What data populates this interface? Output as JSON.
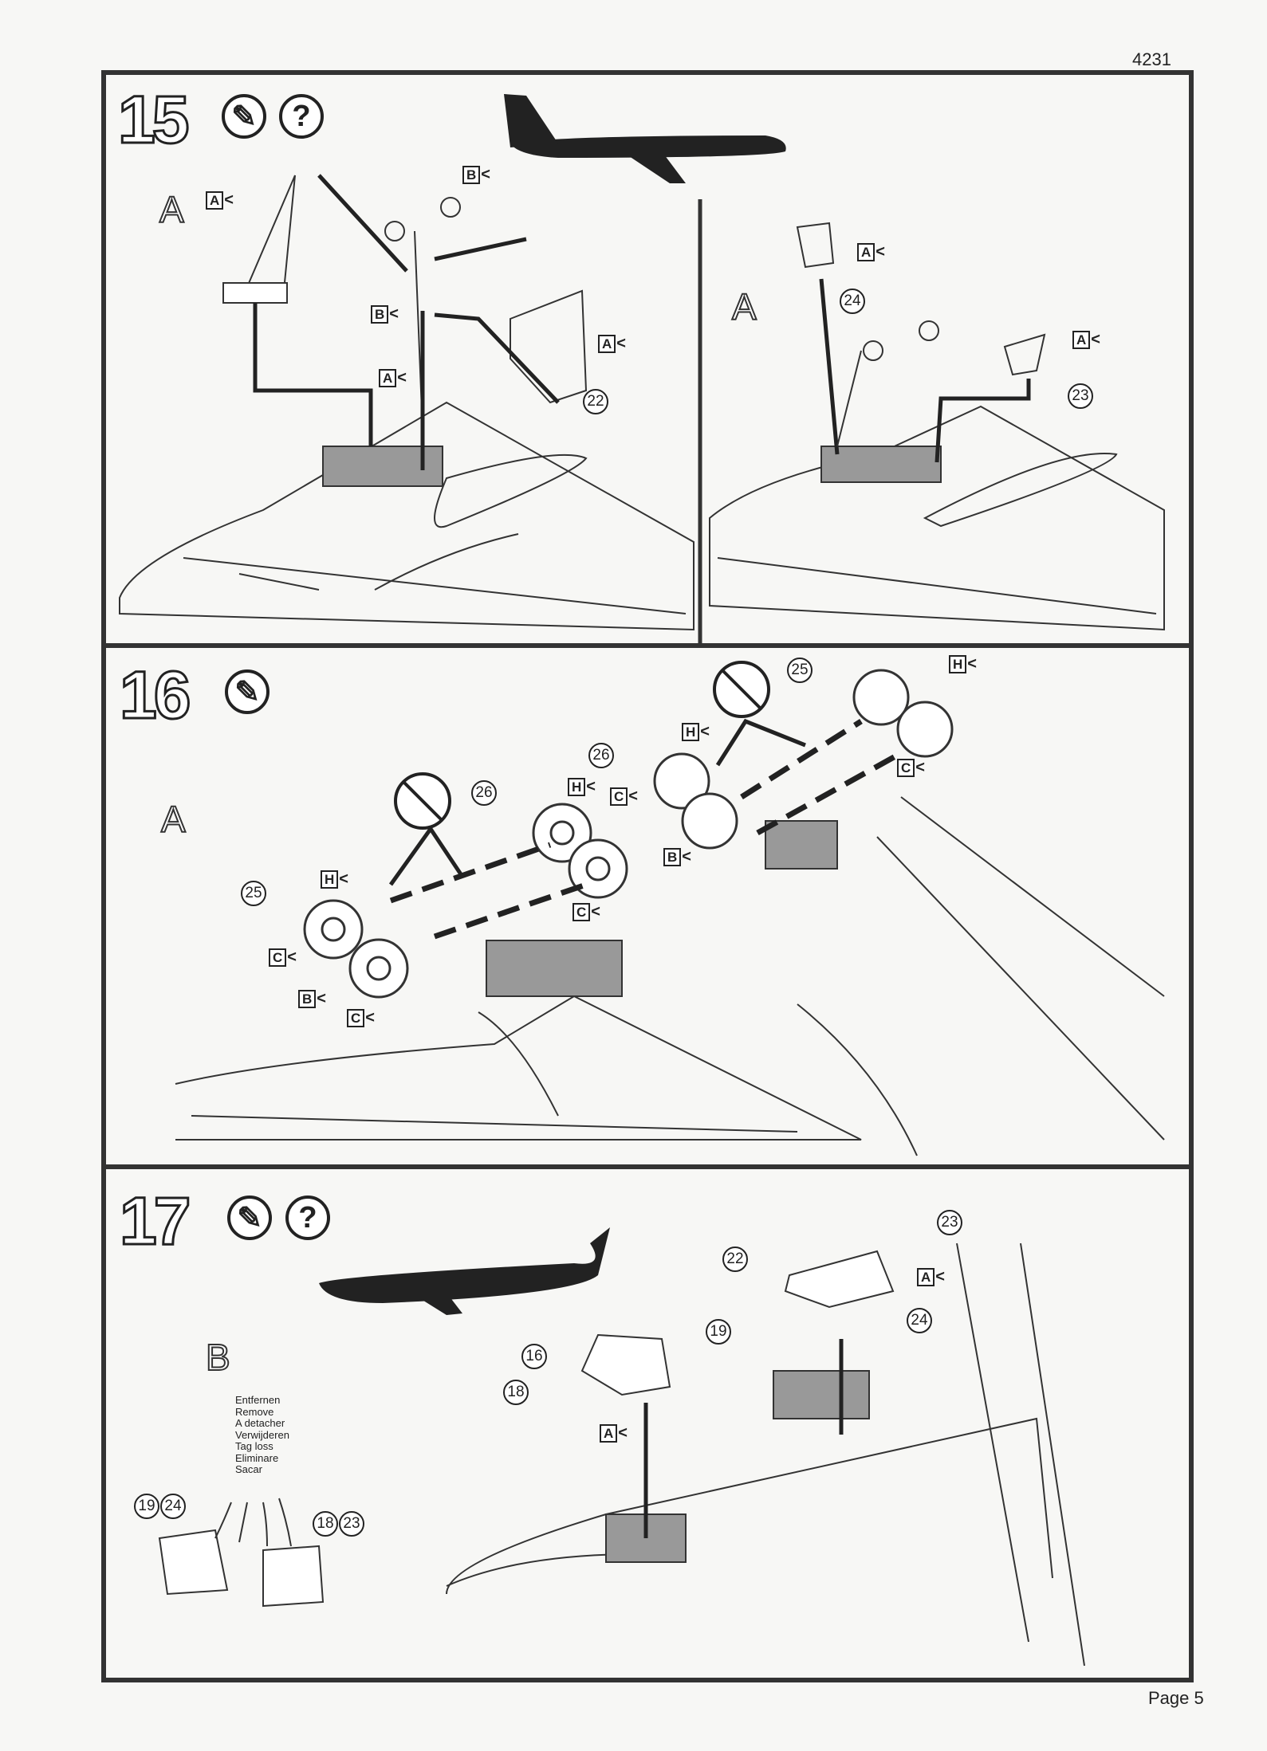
{
  "header": {
    "kit_number": "4231"
  },
  "footer": {
    "page_label": "Page 5"
  },
  "steps": [
    {
      "number": "15",
      "icons": [
        "glue-icon",
        "question-icon"
      ],
      "question": "?",
      "panels": [
        "A",
        "A"
      ],
      "callouts": [
        "B",
        "B",
        "A",
        "A",
        "A",
        "22",
        "A",
        "24",
        "A",
        "23"
      ]
    },
    {
      "number": "16",
      "icons": [
        "glue-icon",
        "no-glue-icon"
      ],
      "panels": [
        "A"
      ],
      "callouts": [
        "25",
        "H",
        "C",
        "26",
        "H",
        "C",
        "B",
        "26",
        "H",
        "C",
        "25",
        "H",
        "C",
        "B",
        "C"
      ]
    },
    {
      "number": "17",
      "icons": [
        "glue-icon",
        "question-icon"
      ],
      "question": "?",
      "panels": [
        "B"
      ],
      "callouts": [
        "23",
        "22",
        "A",
        "24",
        "19",
        "16",
        "18",
        "A",
        "19",
        "24",
        "18",
        "23"
      ],
      "remove_labels": [
        "Entfernen",
        "Remove",
        "A detacher",
        "Verwijderen",
        "Tag loss",
        "Eliminare",
        "Sacar"
      ]
    }
  ],
  "colors": {
    "ink": "#222222",
    "paper": "#f7f7f5",
    "shade": "#9a9a9a"
  }
}
